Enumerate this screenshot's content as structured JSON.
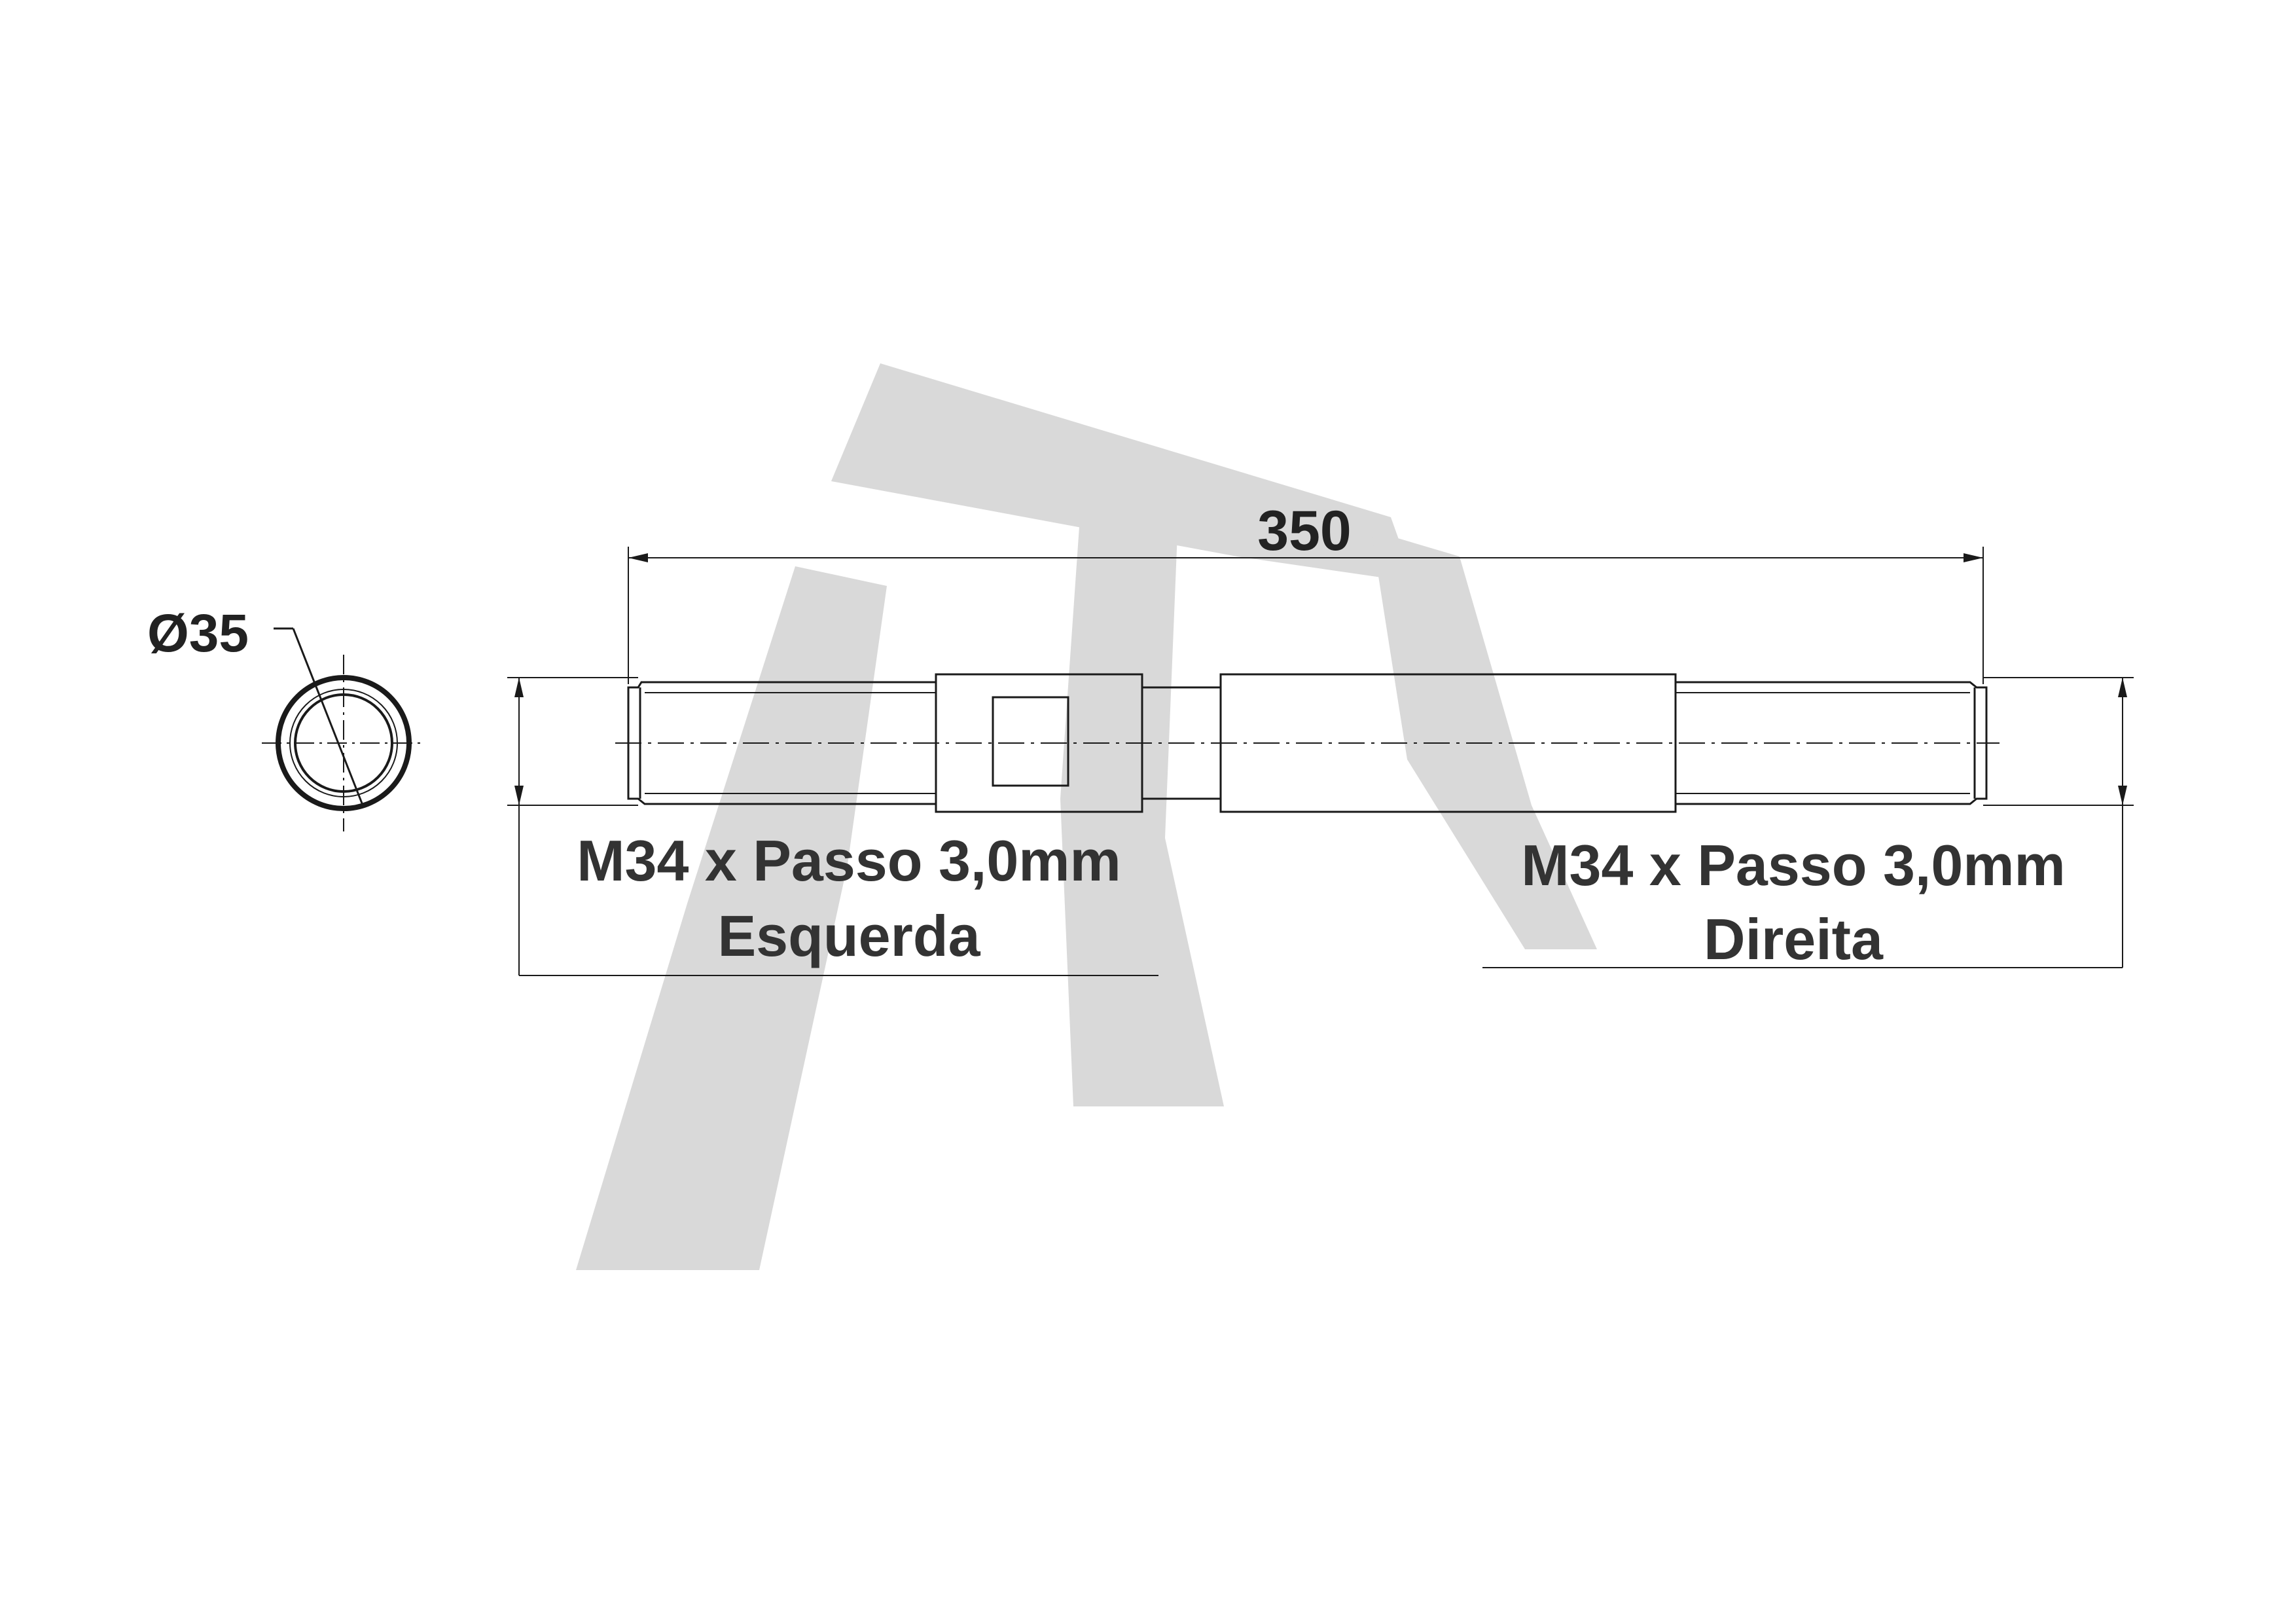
{
  "dimensions": {
    "total_length": "350",
    "diameter": "Ø35"
  },
  "threads": {
    "left": {
      "line1": "M34 x Passo 3,0mm",
      "line2": "Esquerda"
    },
    "right": {
      "line1": "M34 x Passo 3,0mm",
      "line2": "Direita"
    }
  },
  "colors": {
    "line": "#1a1a1a",
    "watermark": "#d9d9d9",
    "text": "#333333"
  }
}
